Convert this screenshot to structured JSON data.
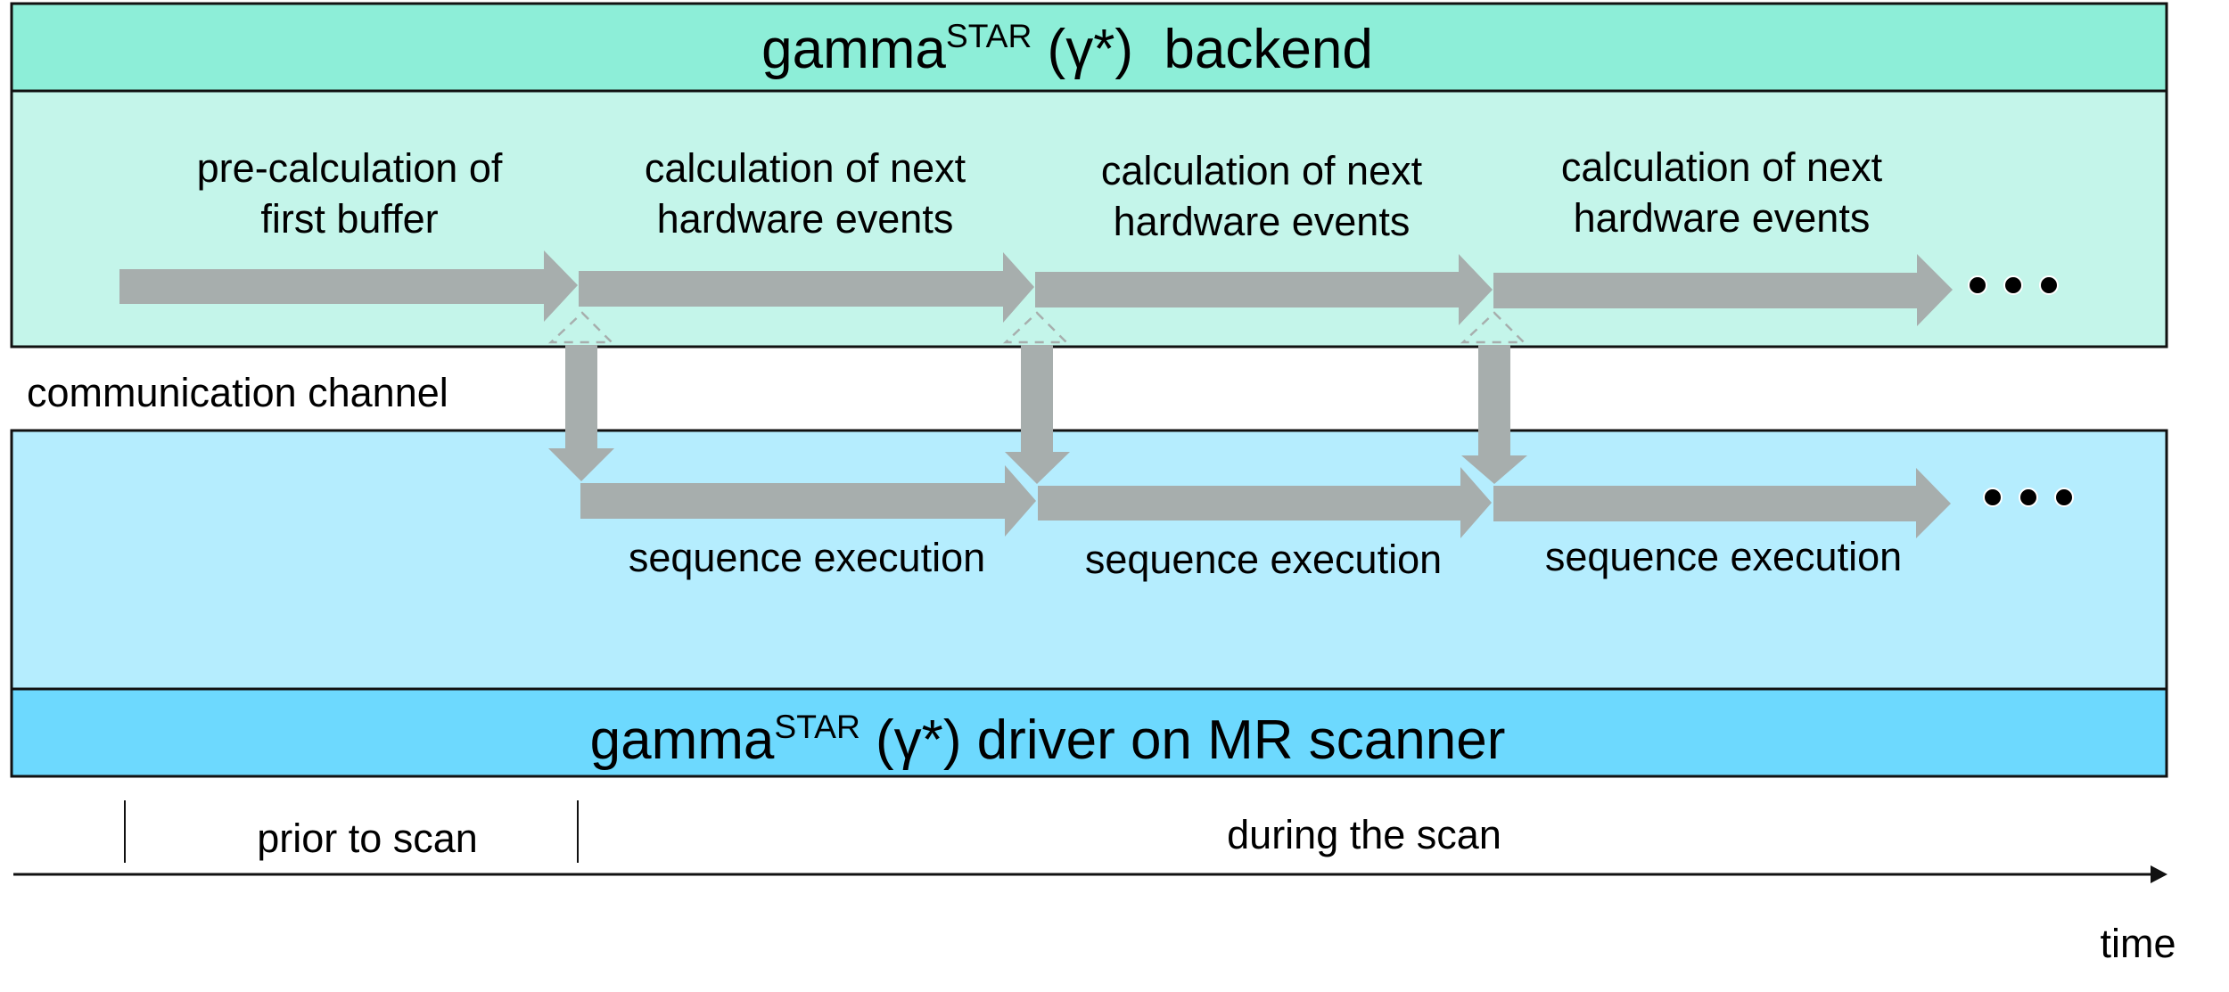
{
  "colors": {
    "backend_header": "#8DEED8",
    "backend_body": "#C4F5EA",
    "driver_body": "#B5EDFE",
    "driver_header": "#6DD9FE",
    "arrow": "#A7AEAD",
    "border": "#111111"
  },
  "backend": {
    "title_prefix": "gamma",
    "title_sup": "STAR",
    "title_suffix": " (γ*)  backend",
    "stages": [
      {
        "line1": "pre-calculation of",
        "line2": "first buffer"
      },
      {
        "line1": "calculation of next",
        "line2": "hardware events"
      },
      {
        "line1": "calculation of next",
        "line2": "hardware events"
      },
      {
        "line1": "calculation of next",
        "line2": "hardware events"
      }
    ],
    "continuation": "•••"
  },
  "channel": {
    "label": "communication channel"
  },
  "driver": {
    "title_prefix": "gamma",
    "title_sup": "STAR",
    "title_suffix": " (γ*) driver on MR scanner",
    "stages": [
      {
        "label": "sequence execution"
      },
      {
        "label": "sequence execution"
      },
      {
        "label": "sequence execution"
      }
    ],
    "continuation": "•••"
  },
  "timeline": {
    "phases": [
      {
        "label": "prior to scan"
      },
      {
        "label": "during the scan"
      }
    ],
    "axis_label": "time"
  }
}
